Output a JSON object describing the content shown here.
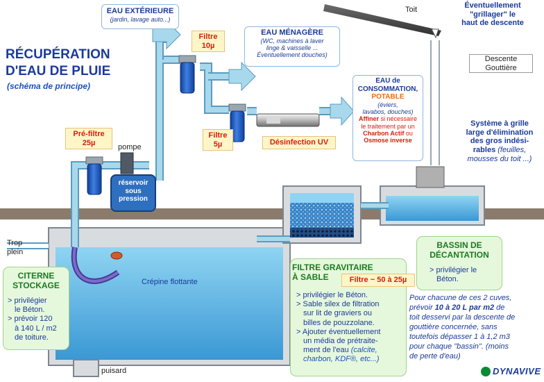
{
  "title": {
    "line1": "RÉCUPÉRATION",
    "line2": "D'EAU DE PLUIE",
    "subtitle": "(schéma de principe)"
  },
  "outputs": {
    "eau_exterieure": {
      "title": "EAU EXTÉRIEURE",
      "detail": "(jardin, lavage auto...)"
    },
    "eau_menagere": {
      "title": "EAU MÉNAGÈRE",
      "line1": "(WC, machines à laver",
      "line2": "linge & vaisselle ...",
      "line3": "Éventuellement douches)"
    },
    "eau_consommation": {
      "line1": "EAU de",
      "line2": "CONSOMMATION,",
      "potable": "POTABLE",
      "detail1": "(éviers,",
      "detail2": "lavabos, douches)",
      "affiner1_pre": "Affiner",
      "affiner1_post": " si nécessaire",
      "affiner2": "le traitement par un",
      "charbon": "Charbon Actif",
      "ou": " ou",
      "osmose": "Osmose inverse"
    }
  },
  "filters": {
    "filtre_10": {
      "line1": "Filtre",
      "line2": "10µ"
    },
    "filtre_5": {
      "line1": "Filtre",
      "line2": "5µ"
    },
    "prefiltre": {
      "line1": "Pré-filtre",
      "line2": "25µ"
    },
    "desinfection": "Désinfection UV"
  },
  "equipment": {
    "pompe": "pompe",
    "reservoir": {
      "line1": "réservoir",
      "line2": "sous",
      "line3": "pression"
    },
    "trop_plein": {
      "line1": "Trop",
      "line2": "plein"
    },
    "crepine": "Crépine flottante",
    "puisard": "puisard",
    "toit": "Toit",
    "grillager": {
      "line1": "Éventuellement",
      "line2": "\"grillager\" le",
      "line3": "haut de descente"
    },
    "descente": {
      "line1": "Descente",
      "line2": "Gouttière"
    },
    "grille": {
      "line1": "Système à grille",
      "line2": "large d'élimination",
      "line3": "des gros indési-",
      "line4_plain": "rables ",
      "line4_italic": "(feuilles,",
      "line5": "mousses du toit ...)"
    }
  },
  "citerne": {
    "title1": "CITERNE",
    "title2": "STOCKAGE",
    "items": [
      "> privilégier",
      "le Béton.",
      "> prévoir 120",
      "à 140 L / m2",
      "de toiture."
    ]
  },
  "filtre_gravitaire": {
    "title1": "FILTRE GRAVITAIRE",
    "title2": "À SABLE",
    "badge": "Filtre ~ 50 à 25µ",
    "items": [
      "> privilégier le Béton.",
      "> Sable silex de filtration",
      "sur lit de graviers ou",
      "billes de pouzzolane.",
      "> Ajouter éventuellement",
      "un média de prétraite-",
      "ment de l'eau",
      "(calcite,",
      "charbon, KDF®, etc...)"
    ]
  },
  "bassin": {
    "title1": "BASSIN DE",
    "title2": "DÉCANTATION",
    "items": [
      "> privilégier le",
      "Béton."
    ]
  },
  "note": {
    "l1": "Pour chacune de ces 2 cuves,",
    "l2_pre": "prévoir ",
    "l2_bold": "10 à 20 L par m2",
    "l2_post": " de",
    "l3": "toit desservi par la descente de",
    "l4": "gouttière concernée, sans",
    "l5": "toutefois dépasser 1 à 1,2 m3",
    "l6": "pour chaque \"bassin\".  (moins",
    "l7": "de perte d'eau)"
  },
  "brand": "DYNAVIVE",
  "colors": {
    "pipe": "#a8d8ec",
    "pipe_edge": "#5b9bbf",
    "water": "#6ec2ea",
    "water_deep": "#3a98d4",
    "ground": "#8a7b6c",
    "green_box": "#e6f8dc",
    "title_blue": "#1a3a9a",
    "red": "#d4200c"
  }
}
